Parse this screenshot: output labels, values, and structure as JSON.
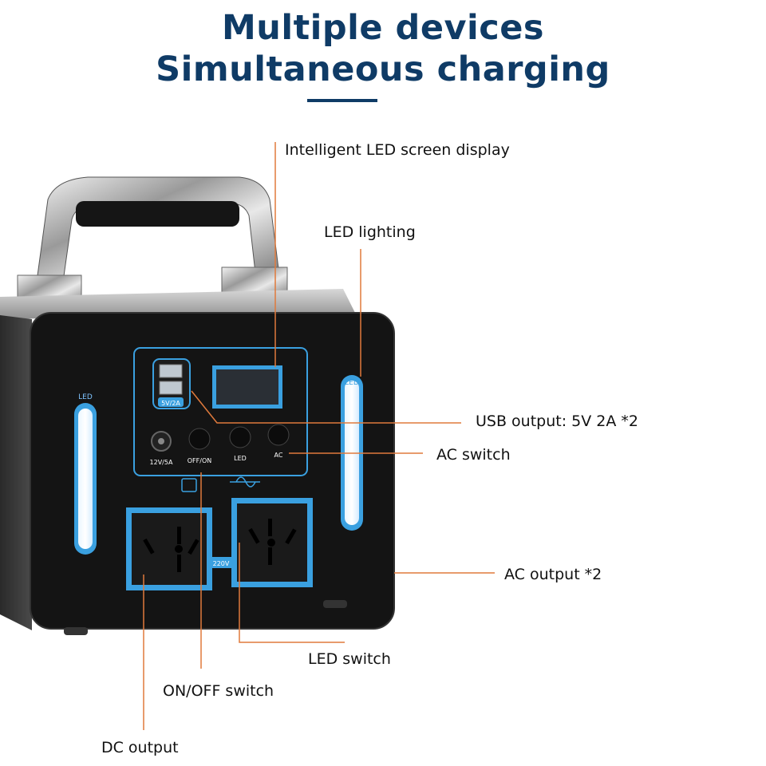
{
  "headline": {
    "line1": "Multiple devices",
    "line2": "Simultaneous charging"
  },
  "callouts": {
    "screen": "Intelligent LED screen display",
    "led_lighting": "LED lighting",
    "usb": "USB output: 5V 2A *2",
    "ac_switch": "AC switch",
    "ac_output": "AC output *2",
    "led_switch": "LED switch",
    "onoff_switch": "ON/OFF switch",
    "dc_output": "DC output"
  },
  "device_labels": {
    "led_left": "LED",
    "led_right": "LED",
    "usb_rating": "5V/2A",
    "dc_rating": "12V/5A",
    "btn_onoff": "OFF/ON",
    "btn_led": "LED",
    "btn_ac": "AC",
    "voltage": "220V"
  },
  "colors": {
    "headline": "#0f3b66",
    "leader_line": "#e07a3c",
    "accent_blue": "#3aa0e0",
    "body": "#141414"
  }
}
